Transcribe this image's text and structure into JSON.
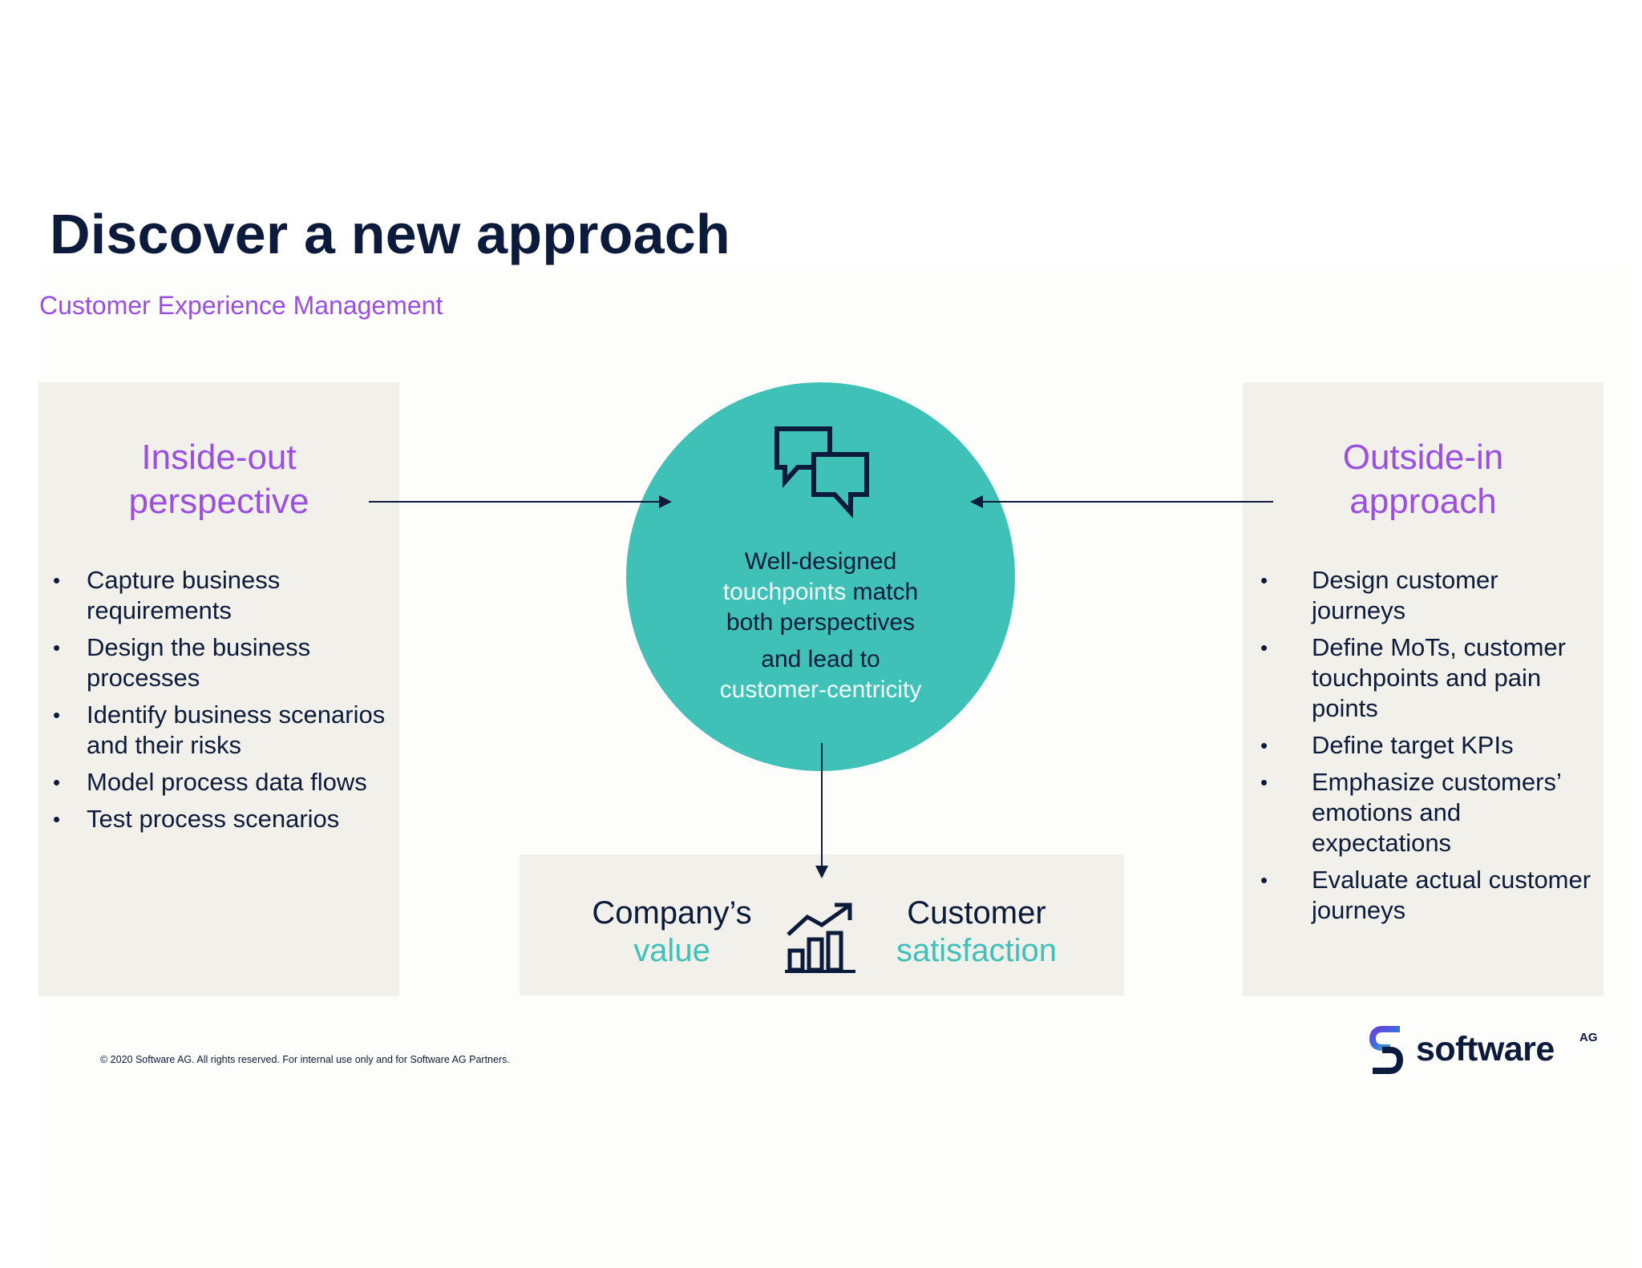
{
  "header": {
    "title": "Discover a new approach",
    "subtitle": "Customer Experience Management"
  },
  "left_panel": {
    "heading_line1": "Inside-out",
    "heading_line2": "perspective",
    "bullets": [
      "Capture business requirements",
      "Design the business processes",
      "Identify business scenarios and their risks",
      "Model process data flows",
      "Test process scenarios"
    ]
  },
  "right_panel": {
    "heading_line1": "Outside-in",
    "heading_line2": "approach",
    "bullets": [
      "Design customer journeys",
      "Define MoTs, customer touchpoints and pain points",
      "Define target KPIs",
      "Emphasize customers’ emotions and expectations",
      "Evaluate actual customer journeys"
    ]
  },
  "center": {
    "icon": "chat-bubbles-icon",
    "line1": "Well-designed",
    "line2a": "touchpoints",
    "line2b": "match",
    "line3": "both perspectives",
    "line4": "and lead to",
    "line5": "customer-centricity"
  },
  "outcome": {
    "company_line1": "Company’s",
    "company_line2": "value",
    "icon": "growth-chart-icon",
    "customer_line1": "Customer",
    "customer_line2": "satisfaction"
  },
  "footer": {
    "copyright": "© 2020 Software AG. All rights reserved. For internal use only and for Software AG Partners."
  },
  "logo": {
    "wordmark": "software",
    "suffix": "AG"
  },
  "colors": {
    "navy": "#0c1a3c",
    "purple": "#9a4fe3",
    "teal": "#3fc1b8",
    "panel": "#f1f0ea"
  }
}
